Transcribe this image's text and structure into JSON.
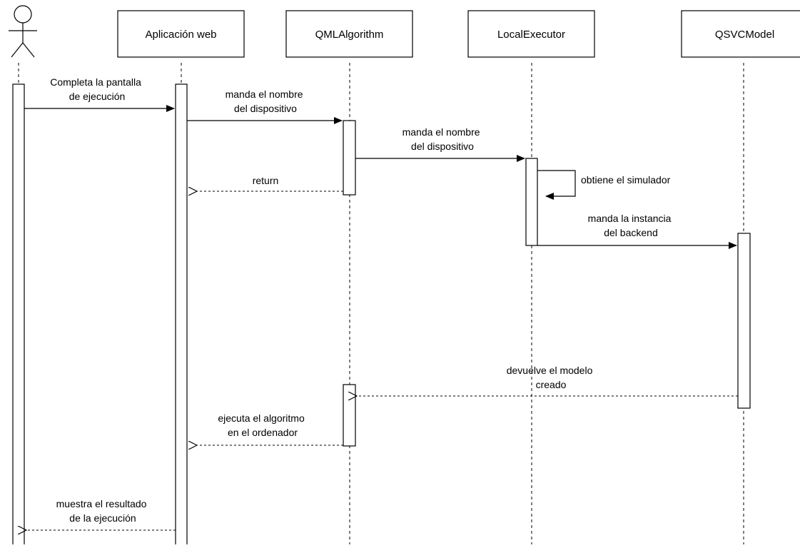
{
  "participants": {
    "web": "Aplicación web",
    "qml": "QMLAlgorithm",
    "exec": "LocalExecutor",
    "qsvc": "QSVCModel"
  },
  "messages": {
    "m1": [
      "Completa la pantalla",
      "de ejecución"
    ],
    "m2": [
      "manda el nombre",
      "del dispositivo"
    ],
    "m3": [
      "manda el nombre",
      "del dispositivo"
    ],
    "m4": [
      "obtiene el simulador"
    ],
    "m5": [
      "manda la instancia",
      "del backend"
    ],
    "m6": [
      "return"
    ],
    "m7": [
      "devuelve el modelo",
      "creado"
    ],
    "m8": [
      "ejecuta el algoritmo",
      "en el ordenador"
    ],
    "m9": [
      "muestra el resultado",
      "de la ejecución"
    ]
  },
  "colors": {
    "stroke": "#000000",
    "background": "#ffffff"
  }
}
